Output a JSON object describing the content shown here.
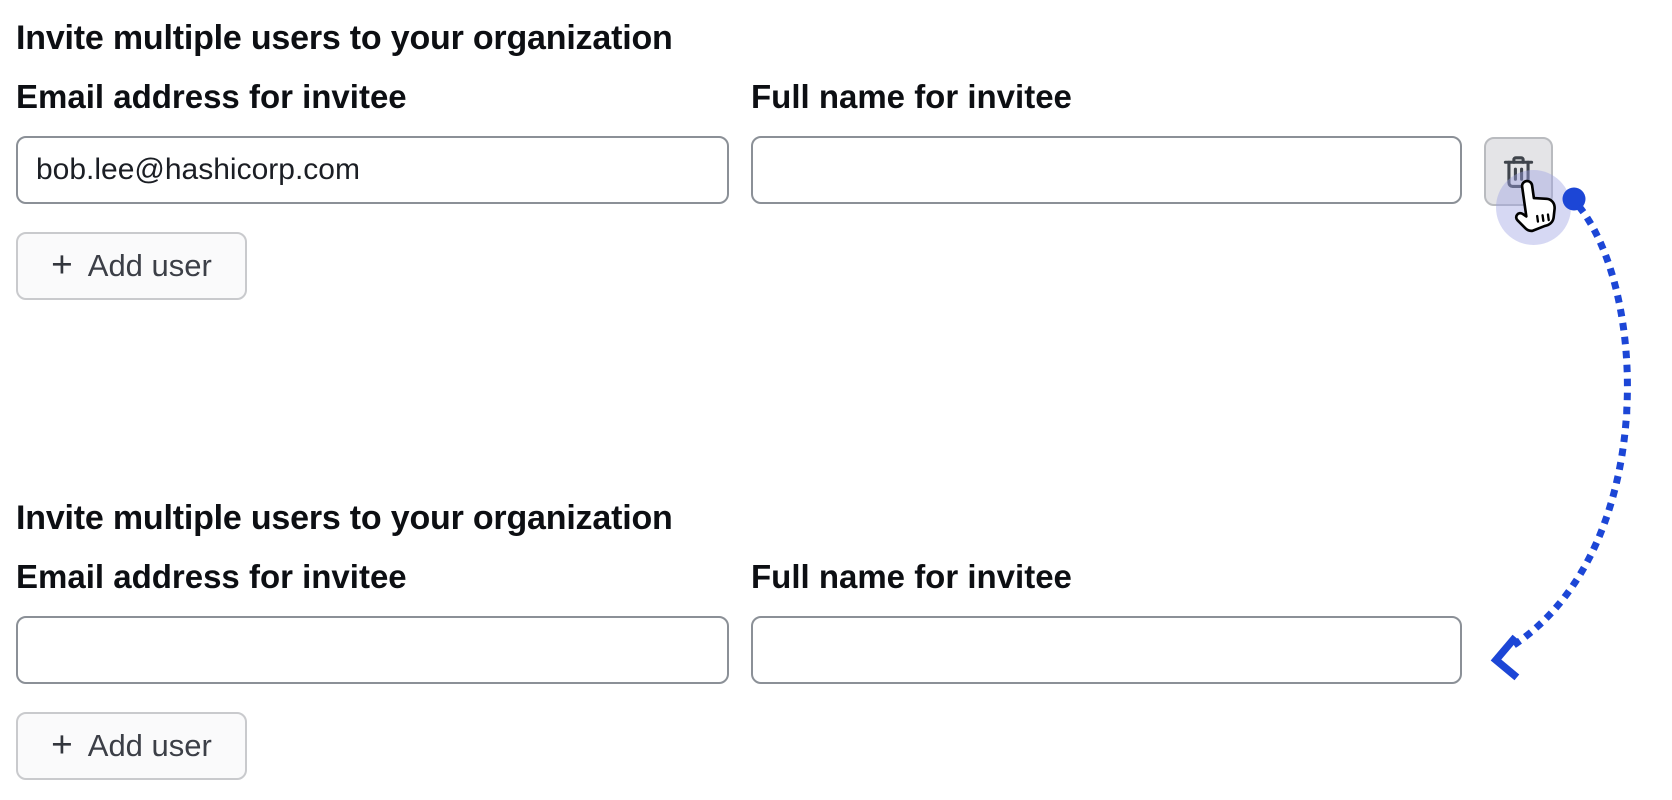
{
  "sections": [
    {
      "heading": "Invite multiple users to your organization",
      "email_label": "Email address for invitee",
      "email_value": "bob.lee@hashicorp.com",
      "name_label": "Full name for invitee",
      "name_value": "",
      "plus_glyph": "+",
      "add_user_label": "Add user"
    },
    {
      "heading": "Invite multiple users to your organization",
      "email_label": "Email address for invitee",
      "email_value": "",
      "name_label": "Full name for invitee",
      "name_value": "",
      "plus_glyph": "+",
      "add_user_label": "Add user"
    }
  ],
  "colors": {
    "accent_blue": "#1C46D6",
    "icon_gray": "#3f444c",
    "text_dark": "#0d0f13"
  }
}
